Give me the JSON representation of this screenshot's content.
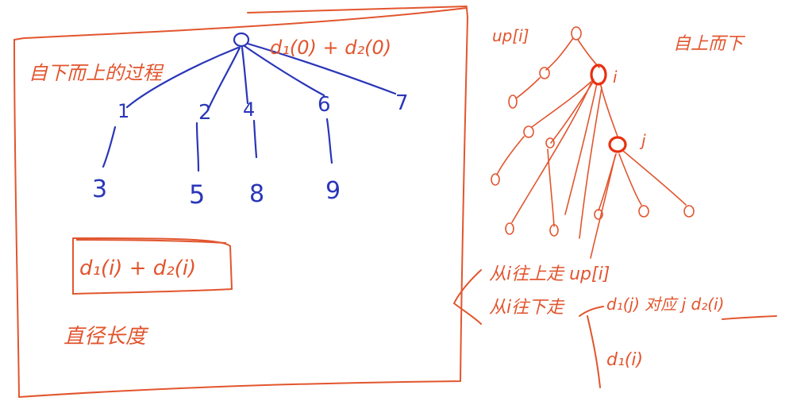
{
  "colors": {
    "ink_orange": "#e2552e",
    "ink_blue": "#2a36b8",
    "highlight": "#e8300f",
    "background": "#ffffff"
  },
  "left_panel": {
    "heading": "自下而上的过程",
    "formula_top": "d₁(0) + d₂(0)",
    "formula_box": "d₁(i) + d₂(i)",
    "footer": "直径长度",
    "tree": {
      "root": "0",
      "children": [
        "1",
        "2",
        "4",
        "6",
        "7"
      ],
      "grandchildren": [
        "3",
        "5",
        "8",
        "9"
      ]
    }
  },
  "right_panel": {
    "heading": "自上而下",
    "label_up": "up[i]",
    "label_i": "i",
    "label_child": "j",
    "note_up": "从i往上走 up[i]",
    "note_down": "从i往下走",
    "note_down_d1": "d₁(j) 对应 j d₂(i)",
    "note_d1": "d₁(i)"
  }
}
